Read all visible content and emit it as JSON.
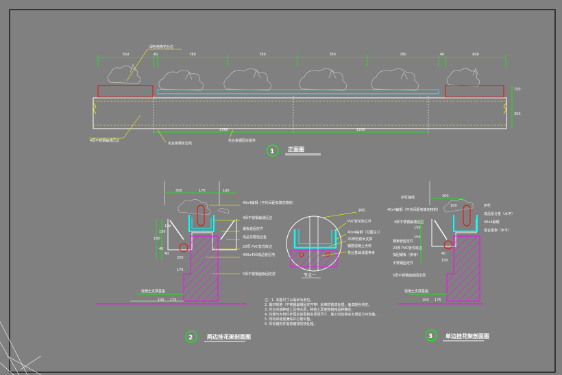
{
  "colors": {
    "background": "#808080",
    "frame": "#000000",
    "dim": "#00ff00",
    "annotation": "#ffffff",
    "callout": "#ffff00",
    "planter": "#ff0000",
    "hatch": "#ff00ff",
    "steel": "#00ffff",
    "tree": "#c8c8c8"
  },
  "elevation": {
    "dims": [
      "550",
      "40",
      "780",
      "780",
      "780",
      "780",
      "40",
      "800"
    ],
    "top_label": "绿色植物花台边",
    "bottom_labels": [
      "4厚不锈钢扁通压边",
      "花台板钢定位线",
      "花台板钢固定组件"
    ],
    "lower_dims": [
      "1360",
      "1200"
    ],
    "right_dims": [
      "150",
      "350"
    ],
    "title_number": "1",
    "title": "正面图"
  },
  "section2": {
    "top_dims": [
      "300",
      "170",
      "160"
    ],
    "callouts": [
      "40x4扁钢（平均间距有填充物的）",
      "4厚不锈钢扁通压边",
      "钢板管固定件",
      "成品花箱铝合金",
      "20厚 PVC管式收边",
      "400x400成品管压地",
      "5厚不锈钢面板固定层"
    ],
    "left_dims": [
      "180",
      "150",
      "100",
      "40",
      "40",
      "250",
      "175"
    ],
    "bottom_dims": [
      "100",
      "175"
    ],
    "ground_label": "混凝土支撑基座",
    "title_number": "2",
    "title": "两边挂花架剖面图"
  },
  "detail": {
    "callouts": [
      "护栏",
      "PVC管花架立杆",
      "40x4扁钢（见图注1）",
      "25厚防腐木支撑",
      "钢筋混凝土天桥",
      "花台基础详图参考"
    ],
    "label": "节点一"
  },
  "section3": {
    "top_label": "护栏轴线",
    "top_dims": [
      "300",
      "100"
    ],
    "callouts": [
      "护栏",
      "40x4扁钢（平均间距有填充物的）",
      "4厚不锈钢扁通压边",
      "成品铝合金（水平）",
      "40x4扁钢",
      "铝合金板（水平）",
      "钢板管固定件",
      "20厚 PVC管式收边",
      "加固钢板（参考）",
      "不锈钢固定件",
      "5厚不锈钢面板固定层"
    ],
    "left_dims": [
      "150",
      "150",
      "40",
      "150"
    ],
    "bottom_dims": [
      "100",
      "175"
    ],
    "ground_label": "混凝土支撑基座",
    "title_number": "3",
    "title": "单边挂花架剖面图"
  },
  "notes": [
    "注：1. 本图尺寸以毫米为单位。",
    "2. 钢材规格（不锈钢扁钢固定件等）采用防锈漆处理，面漆颜色待定。",
    "3. 花台内填种植土及排水层，种植土厚度按植物品种确定。",
    "4. 花箱与天桥栏杆固定前需核实现场尺寸，施工时应核实无误后方可安装。",
    "5. 所有焊缝需满焊并打磨平整。",
    "6. 所有钢构件需热镀锌防锈处理。"
  ]
}
